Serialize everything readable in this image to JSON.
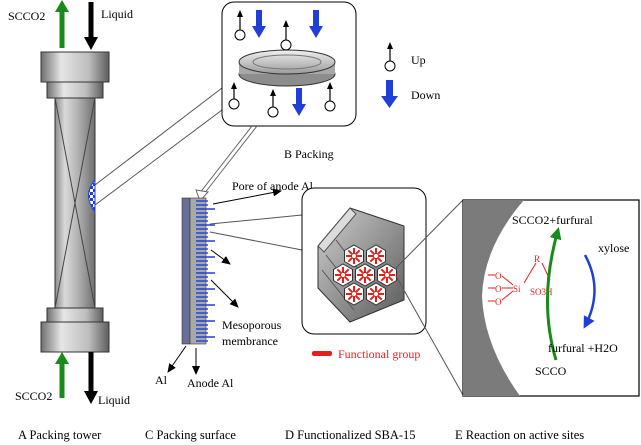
{
  "tower": {
    "label_scco2_top": "SCCO2",
    "label_liquid_top": "Liquid",
    "label_scco2_bottom": "SCCO2",
    "label_liquid_bottom": "Liquid"
  },
  "packing": {
    "legend_up": "Up",
    "legend_down": "Down",
    "title": "B Packing"
  },
  "surface": {
    "pore_label": "Pore of anode Al",
    "membrane_label_line1": "Mesoporous",
    "membrane_label_line2": "membrance",
    "al_label": "Al",
    "anode_label": "Anode Al"
  },
  "sba": {
    "functional_group_label": "Functional group"
  },
  "reaction": {
    "products": "SCCO2+furfural",
    "xylose": "xylose",
    "furfural_h2o": "furfural +H2O",
    "scco": "SCCO",
    "chem_si": "Si",
    "chem_r": "R",
    "chem_so3h": "SO3H",
    "chem_o": "O"
  },
  "captions": {
    "a": "A Packing tower",
    "c": "C Packing surface",
    "d": "D Functionalized SBA-15",
    "e": "E Reaction on active sites"
  },
  "colors": {
    "scco2_arrow": "#1a8a1a",
    "down_arrow": "#1f3fd8",
    "functional_group": "#e3201b"
  }
}
